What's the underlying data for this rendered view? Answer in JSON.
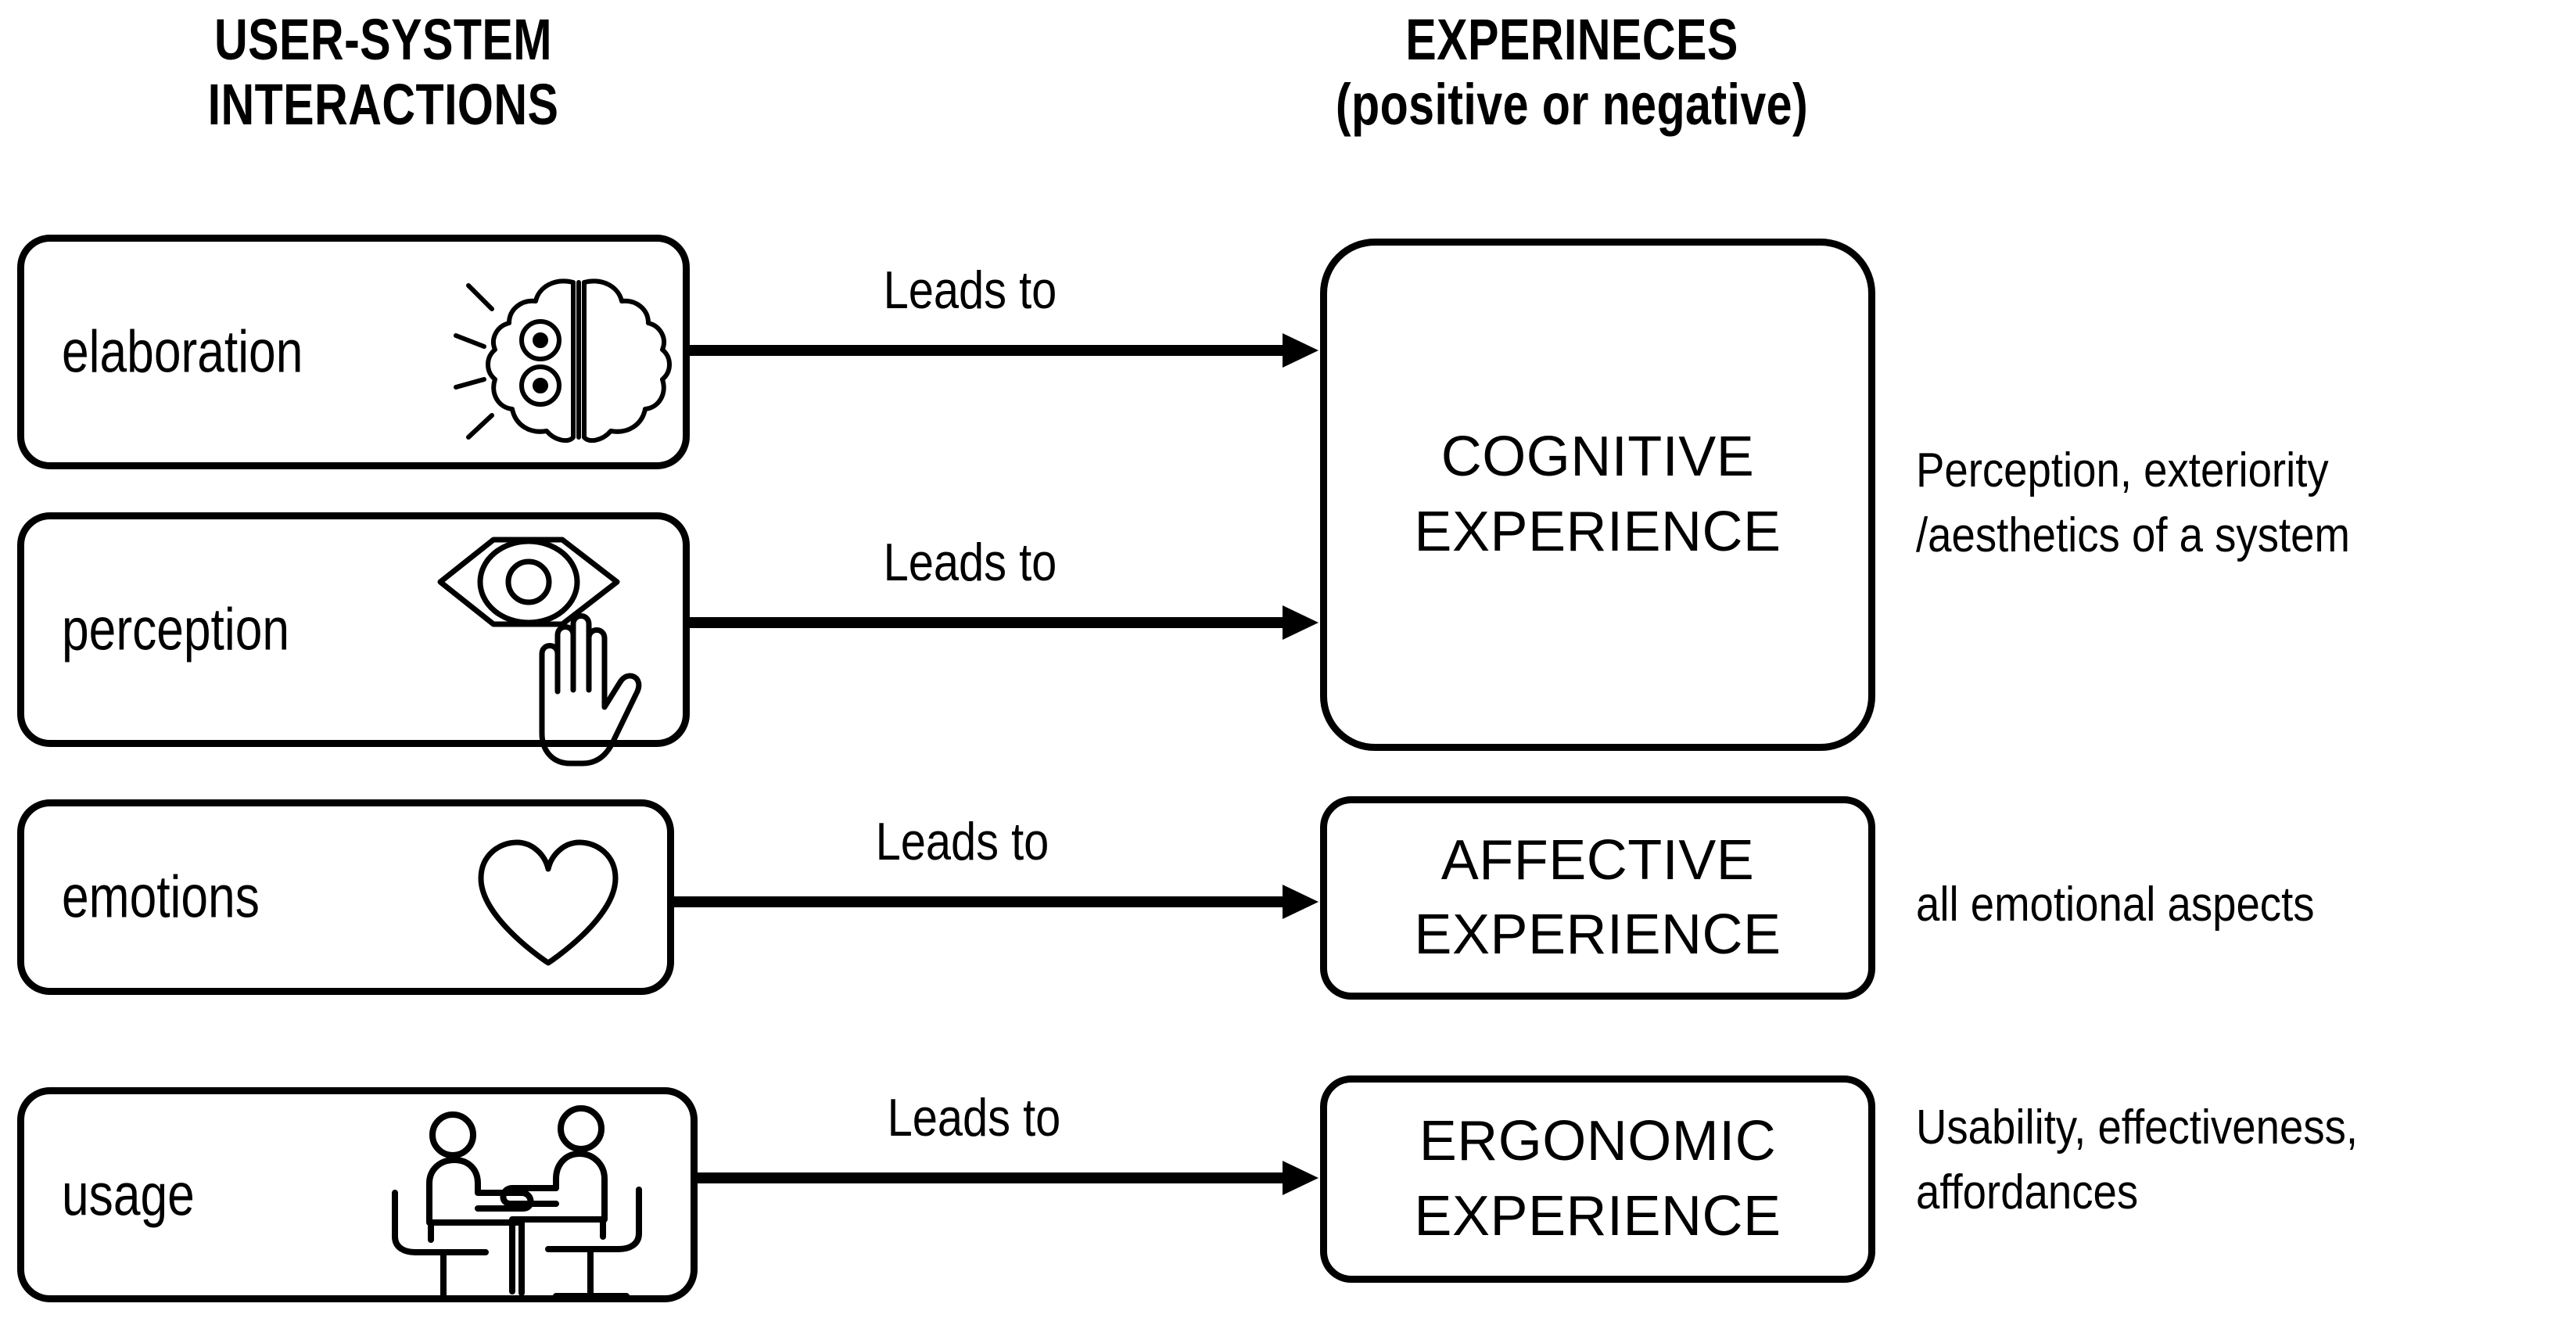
{
  "headers": {
    "left": "USER-SYSTEM\nINTERACTIONS",
    "right": "EXPERINECES\n(positive or negative)"
  },
  "interactions": [
    {
      "label": "elaboration",
      "icon": "brain-icon"
    },
    {
      "label": "perception",
      "icon": "eye-hand-icon"
    },
    {
      "label": "emotions",
      "icon": "heart-icon"
    },
    {
      "label": "usage",
      "icon": "seated-people-icon"
    }
  ],
  "arrows": [
    {
      "label": "Leads to"
    },
    {
      "label": "Leads to"
    },
    {
      "label": "Leads to"
    },
    {
      "label": "Leads to"
    }
  ],
  "experiences": [
    {
      "label": "COGNITIVE\nEXPERIENCE",
      "annotation": "Perception,  exteriority\n/aesthetics   of a system"
    },
    {
      "label": "AFFECTIVE\nEXPERIENCE",
      "annotation": "all emotional  aspects"
    },
    {
      "label": "ERGONOMIC\nEXPERIENCE",
      "annotation": "Usability, effectiveness,\naffordances"
    }
  ],
  "colors": {
    "stroke": "#000000",
    "background": "#ffffff",
    "text": "#000000"
  }
}
